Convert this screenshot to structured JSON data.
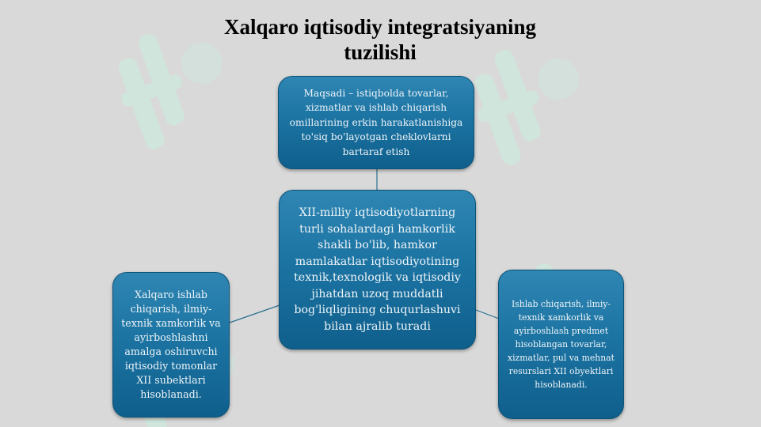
{
  "title": {
    "line1": "Xalqaro iqtisodiy integratsiyaning",
    "line2": "tuzilishi"
  },
  "nodes": {
    "top": "Maqsadi – istiqbolda tovarlar, xizmatlar va ishlab chiqarish omillarining erkin harakatlanishiga to'siq bo'layotgan cheklovlarni bartaraf etish",
    "center": "XII-milliy iqtisodiyotlarning turli sohalardagi hamkorlik shakli bo'lib, hamkor mamlakatlar iqtisodiyotining texnik,texnologik va iqtisodiy jihatdan uzoq muddatli bog'liqligining chuqurlashuvi bilan ajralib turadi",
    "left": "Xalqaro ishlab chiqarish, ilmiy-texnik xamkorlik va ayirboshlashni amalga oshiruvchi iqtisodiy tomonlar XII subektlari hisoblanadi.",
    "right": "Ishlab chiqarish, ilmiy-texnik xamkorlik va ayirboshlash predmet hisoblangan tovarlar, xizmatlar, pul va mehnat resurslari XII obyektlari hisoblanadi."
  },
  "colors": {
    "node_fill": "#1c74a3",
    "node_text": "#eef4f8",
    "background": "#d9d9d9",
    "watermark": "#cfe9dd"
  }
}
